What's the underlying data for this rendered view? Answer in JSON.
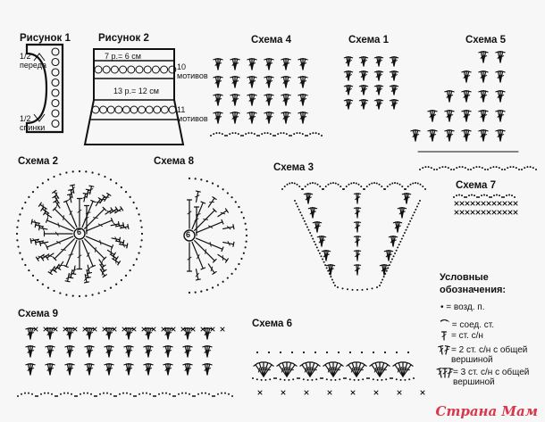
{
  "figure1": {
    "title": "Рисунок 1",
    "front_label": "1/2\nпереда",
    "back_label": "1/2\nспинки"
  },
  "figure2": {
    "title": "Рисунок 2",
    "top_dim": "7 р.= 6 см",
    "mid_dim": "13 р.= 12 см",
    "top_count": "10\nмотивов",
    "bottom_count": "11\nмотивов"
  },
  "schemes": {
    "s1": "Схема 1",
    "s2": "Схема 2",
    "s3": "Схема 3",
    "s4": "Схема 4",
    "s5": "Схема 5",
    "s6": "Схема 6",
    "s7": "Схема 7",
    "s8": "Схема 8",
    "s9": "Схема 9"
  },
  "center_label": "6",
  "legend": {
    "title": "Условные\nобозначения:",
    "items": [
      "• = возд. п.",
      "⌒ = соед. ст.",
      "= ст. с/н",
      "= 2 ст. с/н с общей\nвершиной",
      "= 3 ст. с/н с общей\nвершиной"
    ]
  },
  "watermark": "Страна Мам",
  "colors": {
    "ink": "#111111",
    "paper": "#f7f7f7",
    "watermark": "#d8364a"
  }
}
